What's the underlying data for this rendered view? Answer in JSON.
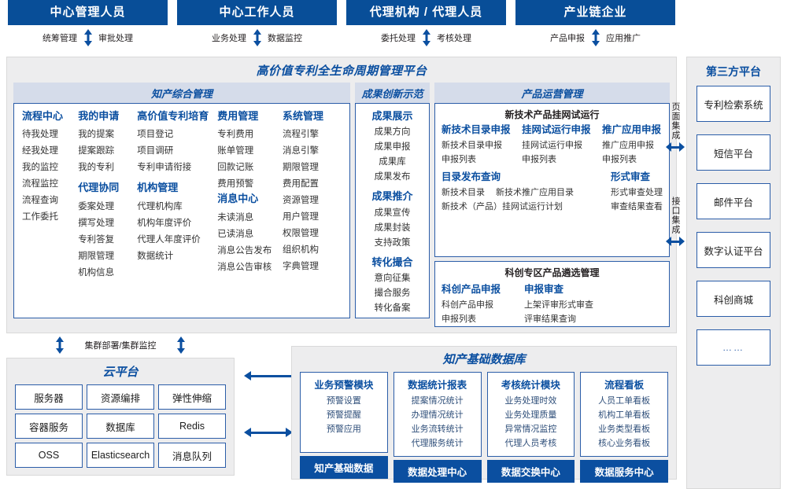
{
  "actors": [
    {
      "title": "中心管理人员",
      "left": "统筹管理",
      "right": "审批处理"
    },
    {
      "title": "中心工作人员",
      "left": "业务处理",
      "right": "数据监控"
    },
    {
      "title": "代理机构 / 代理人员",
      "left": "委托处理",
      "right": "考核处理"
    },
    {
      "title": "产业链企业",
      "left": "产品申报",
      "right": "应用推广"
    }
  ],
  "platform": {
    "title": "高价值专利全生命周期管理平台",
    "modules": {
      "kp": {
        "title": "知产综合管理",
        "columns": [
          {
            "groups": [
              {
                "title": "流程中心",
                "items": [
                  "待我处理",
                  "经我处理",
                  "我的监控",
                  "流程监控",
                  "流程查询",
                  "工作委托"
                ]
              }
            ]
          },
          {
            "groups": [
              {
                "title": "我的申请",
                "items": [
                  "我的提案",
                  "提案跟踪",
                  "我的专利"
                ]
              },
              {
                "title": "代理协同",
                "items": [
                  "委案处理",
                  "撰写处理",
                  "专利答复",
                  "期限管理",
                  "机构信息"
                ]
              }
            ]
          },
          {
            "groups": [
              {
                "title": "高价值专利培育",
                "items": [
                  "项目登记",
                  "项目调研",
                  "专利申请衔接"
                ]
              },
              {
                "title": "机构管理",
                "items": [
                  "代理机构库",
                  "机构年度评价",
                  "代理人年度评价",
                  "数据统计"
                ]
              }
            ]
          },
          {
            "groups": [
              {
                "title": "费用管理",
                "items": [
                  "专利费用",
                  "账单管理",
                  "回款记账",
                  "费用预警"
                ]
              },
              {
                "title": "消息中心",
                "items": [
                  "未读消息",
                  "已读消息",
                  "消息公告发布",
                  "消息公告审核"
                ]
              }
            ]
          },
          {
            "groups": [
              {
                "title": "系统管理",
                "items": [
                  "流程引擎",
                  "消息引擎",
                  "期限管理",
                  "费用配置",
                  "资源管理",
                  "用户管理",
                  "权限管理",
                  "组织机构",
                  "字典管理"
                ]
              }
            ]
          }
        ]
      },
      "ach": {
        "title": "成果创新示范",
        "groups": [
          {
            "title": "成果展示",
            "items": [
              "成果方向",
              "成果申报",
              "成果库",
              "成果发布"
            ]
          },
          {
            "title": "成果推介",
            "items": [
              "成果宣传",
              "成果封装",
              "支持政策"
            ]
          },
          {
            "title": "转化撮合",
            "items": [
              "意向征集",
              "撮合服务",
              "转化备案"
            ]
          }
        ]
      },
      "po": {
        "title": "产品运营管理",
        "box1": {
          "title": "新技术产品挂网试运行",
          "cols": [
            {
              "sub": "新技术目录申报",
              "items": [
                "新技术目录申报",
                "申报列表"
              ]
            },
            {
              "sub": "挂网试运行申报",
              "items": [
                "挂网试运行申报",
                "申报列表"
              ]
            },
            {
              "sub": "推广应用申报",
              "items": [
                "推广应用申报",
                "申报列表"
              ]
            }
          ],
          "row2_left_sub": "目录发布查询",
          "row2_left_line1a": "新技术目录",
          "row2_left_line1b": "新技术推广应用目录",
          "row2_left_line2": "新技术（产品）挂网试运行计划",
          "row2_right_sub": "形式审查",
          "row2_right_items": [
            "形式审查处理",
            "审查结果查看"
          ]
        },
        "box2": {
          "title": "科创专区产品遴选管理",
          "cols": [
            {
              "sub": "科创产品申报",
              "items": [
                "科创产品申报",
                "申报列表"
              ]
            },
            {
              "sub": "申报审查",
              "items": [
                "上架评审形式审查",
                "评审结果查询"
              ]
            }
          ]
        }
      }
    }
  },
  "integration": [
    {
      "label": "页面集成"
    },
    {
      "label": "接口集成"
    }
  ],
  "third_party": {
    "title": "第三方平台",
    "items": [
      "专利检索系统",
      "短信平台",
      "邮件平台",
      "数字认证平台",
      "科创商城",
      "……"
    ]
  },
  "cluster_label": "集群部署/集群监控",
  "cloud": {
    "title": "云平台",
    "cells": [
      "服务器",
      "资源编排",
      "弹性伸缩",
      "容器服务",
      "数据库",
      "Redis",
      "OSS",
      "Elasticsearch",
      "消息队列"
    ]
  },
  "database": {
    "title": "知产基础数据库",
    "columns": [
      {
        "head": "业务预警模块",
        "items": [
          "预警设置",
          "预警提醒",
          "预警应用"
        ],
        "foot": "知产基础数据"
      },
      {
        "head": "数据统计报表",
        "items": [
          "提案情况统计",
          "办理情况统计",
          "业务流转统计",
          "代理服务统计"
        ],
        "foot": "数据处理中心"
      },
      {
        "head": "考核统计模块",
        "items": [
          "业务处理时效",
          "业务处理质量",
          "异常情况监控",
          "代理人员考核"
        ],
        "foot": "数据交换中心"
      },
      {
        "head": "流程看板",
        "items": [
          "人员工单看板",
          "机构工单看板",
          "业务类型看板",
          "核心业务看板"
        ],
        "foot": "数据服务中心"
      }
    ]
  },
  "colors": {
    "primary": "#0B4FA0",
    "header_bar": "#084E98",
    "panel_bg": "#ededee",
    "module_head_bg": "#d5dcea",
    "border": "#2B5DA8"
  }
}
